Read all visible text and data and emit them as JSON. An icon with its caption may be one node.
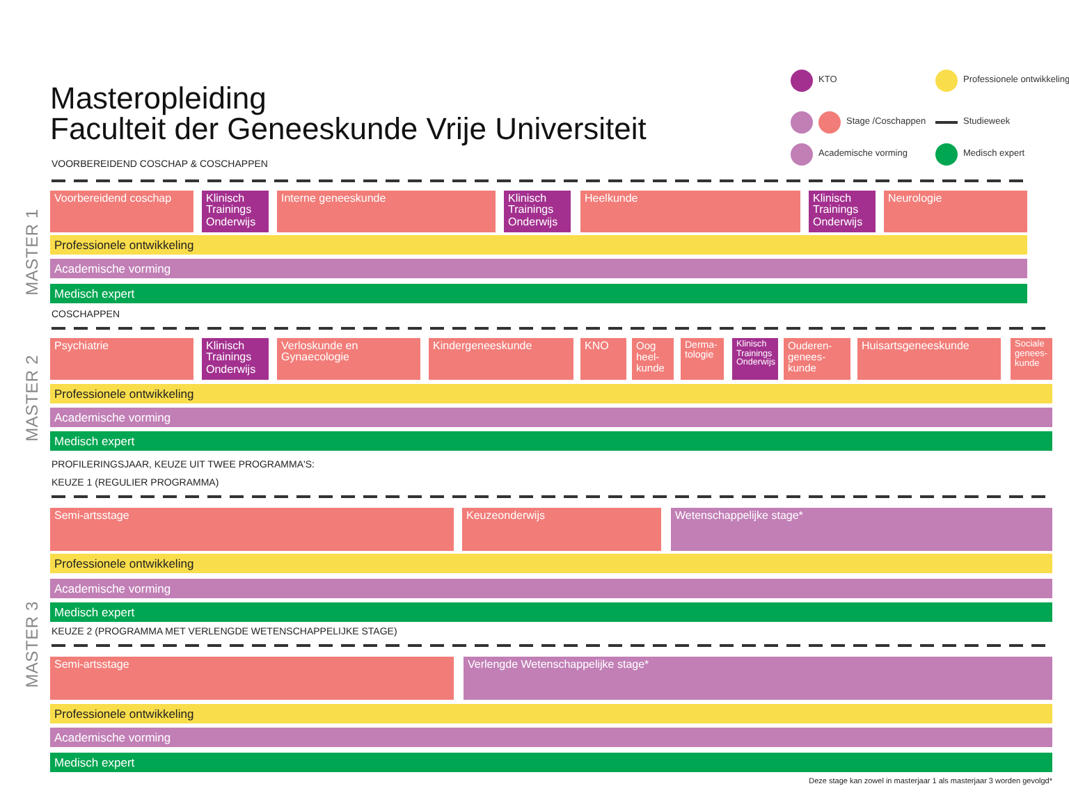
{
  "diagram": {
    "title": "Masteropleiding Faculteit der Geneeskunde Vrije Universiteit",
    "nodes": [
      {
        "text": [
          "Voorbereidend coschap"
        ]
      },
      {
        "text": [
          "Klinisch Trainings Onderwijs"
        ]
      },
      {
        "text": [
          "Interne geneeskunde"
        ]
      },
      {
        "text": [
          "Klinisch Trainings Onderwijs"
        ]
      },
      {
        "text": [
          "Heelkunde"
        ]
      },
      {
        "text": [
          "Klinisch Trainings Onderwijs"
        ]
      },
      {
        "text": [
          "Neurologie"
        ]
      },
      {
        "text": [
          "Professionele ontwikkeling"
        ]
      },
      {
        "text": [
          "Academische vorming"
        ]
      },
      {
        "text": [
          "Medisch expert"
        ]
      },
      {
        "text": [
          "Psychiatrie"
        ]
      },
      {
        "text": [
          "Klinisch Trainings Onderwijs"
        ]
      },
      {
        "text": [
          "Verloskunde en Gynaecologie"
        ]
      },
      {
        "text": [
          "Kindergeneeskunde"
        ]
      },
      {
        "text": [
          "KNO"
        ]
      },
      {
        "text": [
          "Oog heel- kunde"
        ]
      },
      {
        "text": [
          "Derma- tologie"
        ]
      },
      {
        "text": [
          "Klinisch Trainings Onderwijs"
        ]
      },
      {
        "text": [
          "Ouderen- genees- kunde"
        ]
      },
      {
        "text": [
          "Huisartsgeneeskunde"
        ]
      },
      {
        "text": [
          "Sociale genees- kunde"
        ]
      },
      {
        "text": [
          "Professionele ontwikkeling"
        ]
      },
      {
        "text": [
          "Academische vorming"
        ]
      },
      {
        "text": [
          "Medisch expert"
        ]
      },
      {
        "text": [
          "Semi-artsstage"
        ]
      },
      {
        "text": [
          "Keuzeonderwijs"
        ]
      },
      {
        "text": [
          "Wetenschappelijke stage*"
        ]
      },
      {
        "text": [
          "Professionele ontwikkeling"
        ]
      },
      {
        "text": [
          "Academische vorming"
        ]
      },
      {
        "text": [
          "Medisch expert"
        ]
      },
      {
        "text": [
          "Semi-artsstage"
        ]
      },
      {
        "text": [
          "Verlengde Wetenschappelijke stage*"
        ]
      },
      {
        "text": [
          "Professionele ontwikkeling"
        ]
      },
      {
        "text": [
          "Academische vorming"
        ]
      },
      {
        "text": [
          "Medisch expert"
        ]
      }
    ],
    "labels": [
      "VOORBEREIDEND COSCHAP & COSCHAPPEN",
      "MASTER 1",
      "COSCHAPPEN",
      "MASTER 2",
      "PROFILERINGSJAAR, KEUZE UIT TWEE PROGRAMMA'S:",
      "KEUZE 1 (REGULIER PROGRAMMA)",
      "MASTER 3",
      "KEUZE 2 (PROGRAMMA MET VERLENGDE WETENSCHAPPELIJKE STAGE)",
      "Deze stage kan zowel in masterjaar 1 als masterjaar 3 worden gevolgd*"
    ],
    "legend": [
      {
        "text": "KTO",
        "color": "#a3308f"
      },
      {
        "text": "Professionele ontwikkeling",
        "color": "#f9dd4b"
      },
      {
        "text": "Stage /Coschappen"
      },
      {
        "text": "Studieweek"
      },
      {
        "text": "Academische vorming",
        "color": "#c17fb6"
      },
      {
        "text": "Medisch expert",
        "color": "#00a651"
      }
    ]
  }
}
